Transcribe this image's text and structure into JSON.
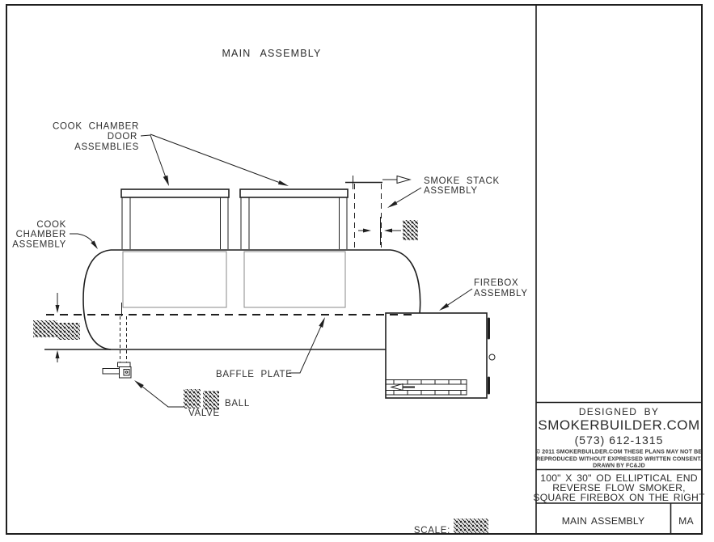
{
  "sheet": {
    "drawing_title": "MAIN ASSEMBLY",
    "scale_label": "SCALE:"
  },
  "labels": {
    "cook_chamber_door": [
      "COOK CHAMBER",
      "DOOR",
      "ASSEMBLIES"
    ],
    "cook_chamber": [
      "COOK",
      "CHAMBER",
      "ASSEMBLY"
    ],
    "smoke_stack": [
      "SMOKE STACK",
      "ASSEMBLY"
    ],
    "firebox": [
      "FIREBOX",
      "ASSEMBLY"
    ],
    "baffle_plate": "BAFFLE PLATE",
    "ball_valve": [
      "BALL",
      "VALVE"
    ]
  },
  "title_block": {
    "designed_by": "DESIGNED BY",
    "company": "SMOKERBUILDER.COM",
    "phone": "(573) 612-1315",
    "copyright_line1": "© 2011 SMOKERBUILDER.COM THESE PLANS MAY NOT BE",
    "copyright_line2": "REPRODUCED WITHOUT EXPRESSED WRITTEN CONSENT.",
    "copyright_line3": "DRAWN BY FC&JD",
    "drawing_desc_line1": "100\" X 30\" OD ELLIPTICAL END",
    "drawing_desc_line2": "REVERSE FLOW SMOKER,",
    "drawing_desc_line3": "SQUARE FIREBOX ON THE RIGHT",
    "sheet_name": "MAIN ASSEMBLY",
    "sheet_code": "MA"
  },
  "colors": {
    "line": "#1f1f1f",
    "background": "#ffffff"
  }
}
